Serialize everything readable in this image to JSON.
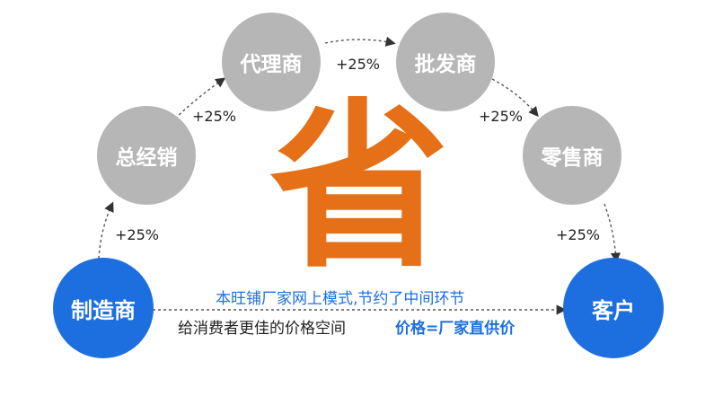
{
  "nodes": {
    "manufacturer": "制造商",
    "distributor": "总经销",
    "agent": "代理商",
    "wholesaler": "批发商",
    "retailer": "零售商",
    "customer": "客户"
  },
  "markups": {
    "m1": "+25%",
    "m2": "+25%",
    "m3": "+25%",
    "m4": "+25%",
    "m5": "+25%"
  },
  "center_char": "省",
  "captions": {
    "line1": "本旺铺厂家网上模式,节约了中间环节",
    "line2_part1": "给消费者更佳的价格空间",
    "line2_part2": "价格=厂家直供价"
  },
  "colors": {
    "gray_node": "#b6b6b6",
    "blue_node": "#1d6fdf",
    "center_char": "#e57018",
    "caption_blue": "#1d6fdf"
  }
}
